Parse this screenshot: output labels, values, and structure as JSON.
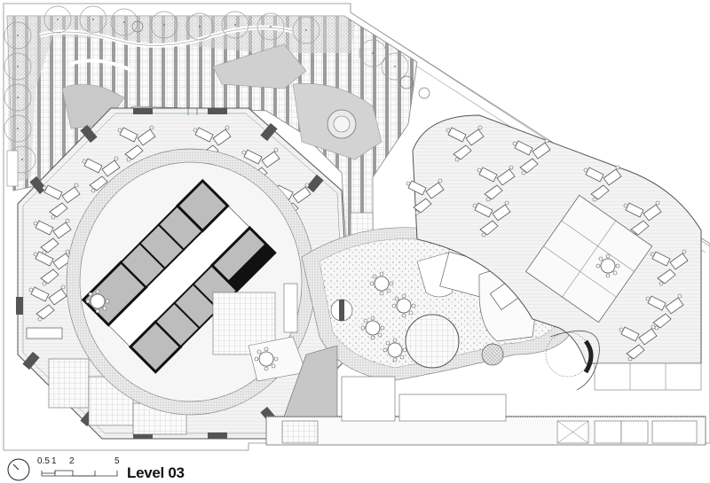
{
  "drawing": {
    "title": "Level 03",
    "type": "architectural floor plan"
  },
  "legend": {
    "north_arrow_icon": "north-arrow-icon",
    "scale_bar": {
      "ticks": [
        "0.5",
        "1",
        "2",
        "5"
      ],
      "unit_implied": "m"
    },
    "level_label": "Level 03"
  },
  "zones": [
    {
      "name": "roof-terrace-garden",
      "location": "top-left"
    },
    {
      "name": "octagonal-west-workspace",
      "location": "left"
    },
    {
      "name": "central-core",
      "location": "center-left"
    },
    {
      "name": "circulation-loop",
      "location": "center"
    },
    {
      "name": "cafe-breakout",
      "location": "center"
    },
    {
      "name": "meeting-rooms",
      "location": "center-right"
    },
    {
      "name": "east-workspace",
      "location": "right"
    },
    {
      "name": "spiral-stair",
      "location": "lower-right"
    },
    {
      "name": "south-service-rooms",
      "location": "bottom"
    }
  ],
  "colors": {
    "line": "#555555",
    "core_wall": "#111111",
    "core_fill": "#bdbdbd",
    "hatch": "#9a9a9a",
    "floor": "#f2f2f2",
    "column": "#5a5a5a"
  }
}
